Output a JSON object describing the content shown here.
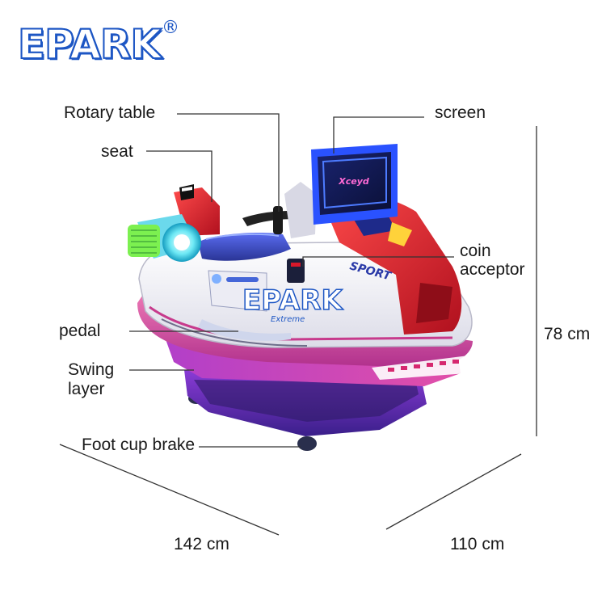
{
  "brand": {
    "logo_text": "EPARK",
    "registered_mark": "®",
    "color": "#1d56c4"
  },
  "product": {
    "screen_brand": "Xceyd",
    "body_text_sport": "SPORT",
    "body_logo": "EPARK",
    "body_text_extreme": "Extreme"
  },
  "labels": {
    "rotary_table": "Rotary table",
    "seat": "seat",
    "screen": "screen",
    "coin_acceptor_line1": "coin",
    "coin_acceptor_line2": "acceptor",
    "pedal": "pedal",
    "swing_layer_line1": "Swing",
    "swing_layer_line2": "layer",
    "foot_cup_brake": "Foot cup brake"
  },
  "dimensions": {
    "height": "78 cm",
    "length": "142 cm",
    "width": "110 cm"
  },
  "colors": {
    "leader_line": "#333333",
    "hull_white": "#f4f4f8",
    "hull_red": "#d8182a",
    "hull_magenta": "#c0318f",
    "base_purple": "#6c2bb0",
    "screen_blue": "#2a52ff",
    "seat_blue": "#3c4fc8",
    "jet_cyan": "#29d4e8",
    "jet_green": "#7cf050"
  }
}
